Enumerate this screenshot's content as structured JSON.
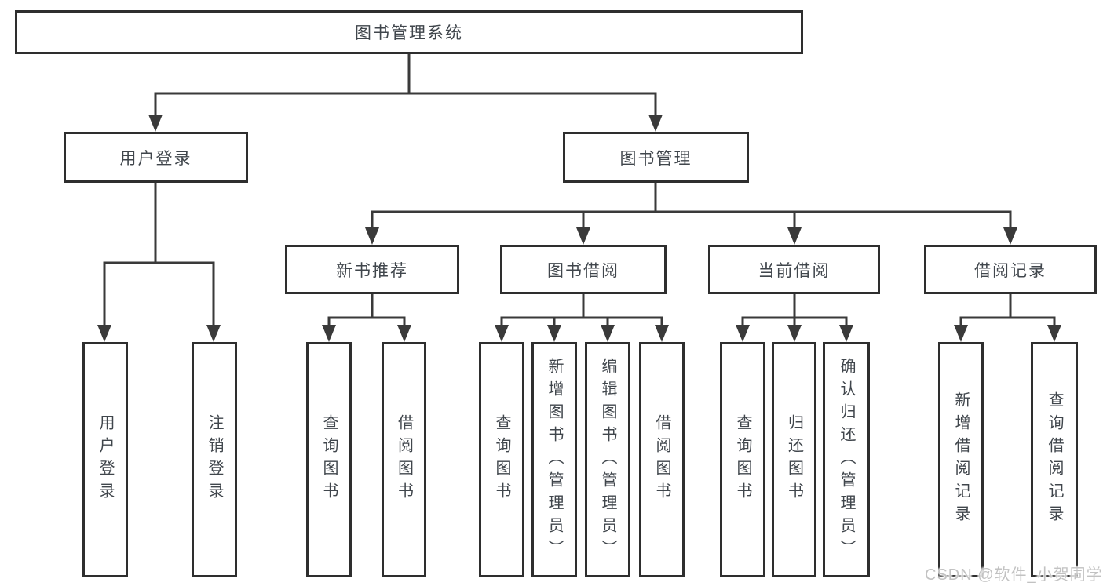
{
  "diagram": {
    "root": {
      "label": "图书管理系统"
    },
    "branches": {
      "user_login": {
        "label": "用户登录",
        "children": {
          "login": {
            "label": "用户登录"
          },
          "logout": {
            "label": "注销登录"
          }
        }
      },
      "book_mgmt": {
        "label": "图书管理",
        "children": {
          "new_books": {
            "label": "新书推荐",
            "children": {
              "query": {
                "label": "查询图书"
              },
              "borrow": {
                "label": "借阅图书"
              }
            }
          },
          "book_borrow": {
            "label": "图书借阅",
            "children": {
              "query": {
                "label": "查询图书"
              },
              "add": {
                "label": "新增图书（管理员）"
              },
              "edit": {
                "label": "编辑图书（管理员）"
              },
              "borrow": {
                "label": "借阅图书"
              }
            }
          },
          "current_borrow": {
            "label": "当前借阅",
            "children": {
              "query": {
                "label": "查询图书"
              },
              "return": {
                "label": "归还图书"
              },
              "confirm": {
                "label": "确认归还（管理员）"
              }
            }
          },
          "borrow_records": {
            "label": "借阅记录",
            "children": {
              "add": {
                "label": "新增借阅记录"
              },
              "query": {
                "label": "查询借阅记录"
              }
            }
          }
        }
      }
    }
  },
  "watermark": {
    "text": "CSDN @软件_小贺同学"
  },
  "colors": {
    "line": "#3a3a3a",
    "border": "#2e2e2e",
    "text": "#40464c",
    "watermark": "#c2c2c2",
    "background": "#ffffff"
  }
}
